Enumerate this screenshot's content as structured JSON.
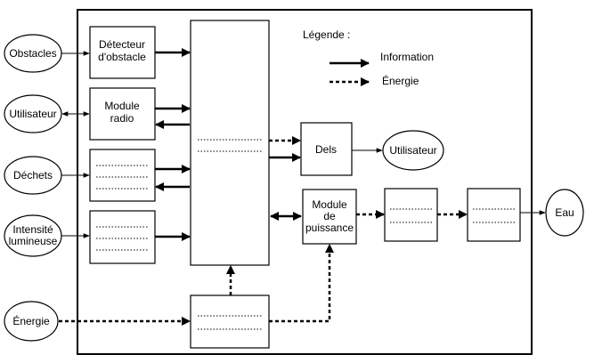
{
  "legend": {
    "title": "Légende :",
    "information": "Information",
    "energy": "Énergie"
  },
  "external": {
    "obstacles": "Obstacles",
    "user_in": "Utilisateur",
    "waste": "Déchets",
    "light_line1": "Intensité",
    "light_line2": "lumineuse",
    "energy": "Énergie",
    "user_out": "Utilisateur",
    "water": "Eau"
  },
  "blocks": {
    "detector_line1": "Détecteur",
    "detector_line2": "d'obstacle",
    "radio_line1": "Module",
    "radio_line2": "radio",
    "leds": "Dels",
    "power_line1": "Module",
    "power_line2": "de",
    "power_line3": "puissance"
  }
}
